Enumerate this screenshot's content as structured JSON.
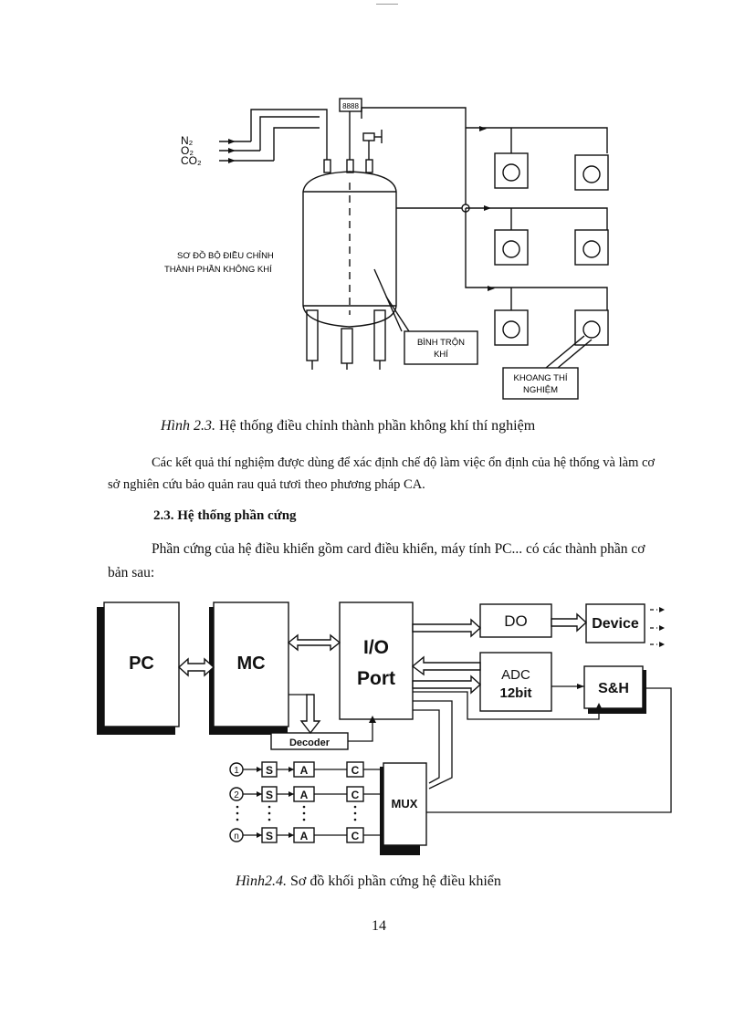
{
  "figure1": {
    "gas_labels": [
      "N₂",
      "O₂",
      "CO₂"
    ],
    "display_value": "8888",
    "diagram_label_line1": "SƠ ĐỒ BỘ ĐIỀU CHỈNH",
    "diagram_label_line2": "THÀNH PHẦN KHÔNG KHÍ",
    "mixer_label_line1": "BÌNH TRỘN",
    "mixer_label_line2": "KHÍ",
    "chamber_label_line1": "KHOANG THÍ",
    "chamber_label_line2": "NGHIỆM",
    "caption_num": "Hình 2.3.",
    "caption_text": " Hệ thống điều chỉnh thành phần không khí thí nghiệm"
  },
  "paragraph1": "Các kết quả thí nghiệm được dùng để xác định chế độ làm việc ổn định của hệ thống và làm cơ sở nghiên cứu bảo quản rau quả tươi theo phương pháp CA.",
  "section": {
    "heading": "2.3. Hệ thống phần cứng",
    "intro": "Phần cứng của hệ điều khiển gồm card điều khiển, máy tính PC... có các thành phần cơ bản sau:"
  },
  "figure2": {
    "pc": "PC",
    "mc": "MC",
    "io_line1": "I/O",
    "io_line2": "Port",
    "do": "DO",
    "device": "Device",
    "adc_line1": "ADC",
    "adc_line2": "12bit",
    "sh": "S&H",
    "decoder": "Decoder",
    "mux": "MUX",
    "channels": [
      {
        "id": "1",
        "s": "S",
        "a": "A",
        "c": "C"
      },
      {
        "id": "2",
        "s": "S",
        "a": "A",
        "c": "C"
      },
      {
        "id": "n",
        "s": "S",
        "a": "A",
        "c": "C"
      }
    ],
    "caption_num": "Hình2.4.",
    "caption_text": " Sơ đồ khối phần cứng hệ điều khiển"
  },
  "page_number": "14"
}
